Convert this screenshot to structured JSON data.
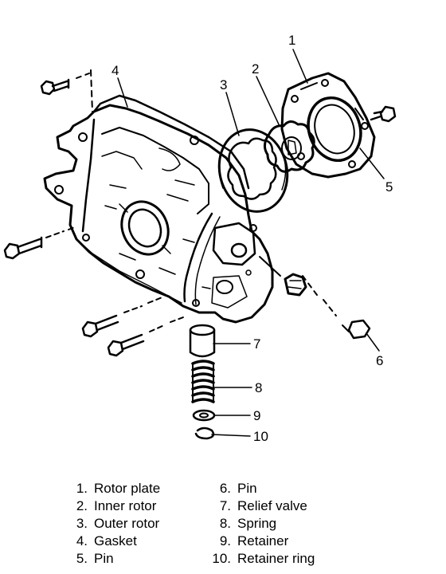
{
  "callouts": [
    "1",
    "2",
    "3",
    "4",
    "5",
    "6",
    "7",
    "8",
    "9",
    "10"
  ],
  "legend": {
    "left": [
      {
        "num": "1.",
        "label": "Rotor plate"
      },
      {
        "num": "2.",
        "label": "Inner rotor"
      },
      {
        "num": "3.",
        "label": "Outer rotor"
      },
      {
        "num": "4.",
        "label": "Gasket"
      },
      {
        "num": "5.",
        "label": "Pin"
      }
    ],
    "right": [
      {
        "num": "6.",
        "label": "Pin"
      },
      {
        "num": "7.",
        "label": "Relief valve"
      },
      {
        "num": "8.",
        "label": "Spring"
      },
      {
        "num": "9.",
        "label": "Retainer"
      },
      {
        "num": "10.",
        "label": "Retainer ring"
      }
    ]
  }
}
